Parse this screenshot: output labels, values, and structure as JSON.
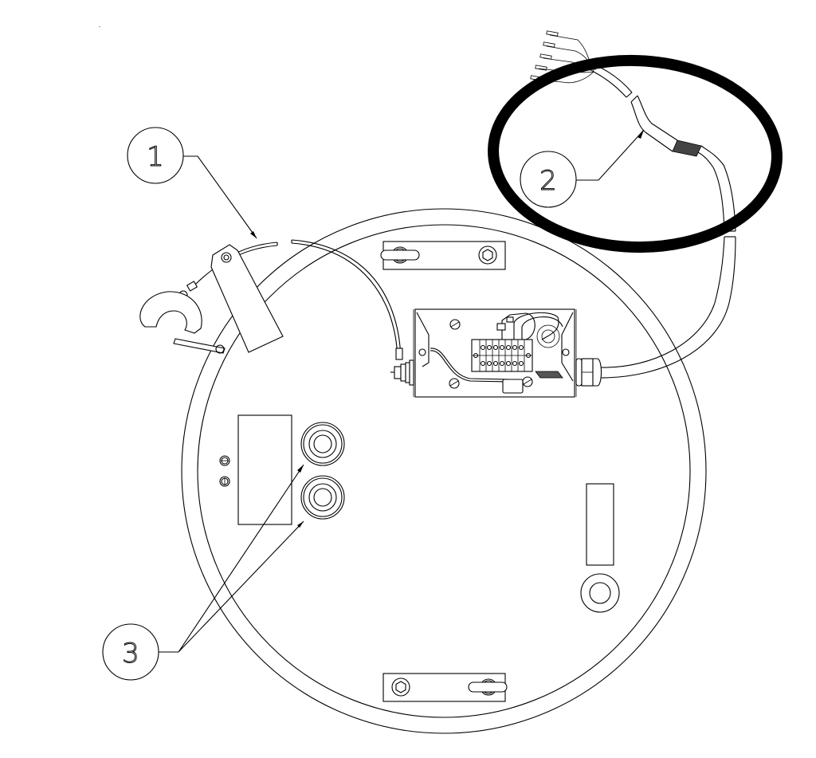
{
  "diagram": {
    "type": "technical-drawing",
    "subject": "circular base plate assembly (top view) with junction box, cable gland and wiring",
    "colors": {
      "line": "#000000",
      "background": "#ffffff",
      "highlight": "#000000"
    },
    "callouts": [
      {
        "id": 1,
        "label": "1",
        "target": "cable / tag near clamp (broken wire segment)"
      },
      {
        "id": 2,
        "label": "2",
        "target": "outgoing cable with shielding (highlighted by ellipse)"
      },
      {
        "id": 3,
        "label": "3",
        "target": "two round grommets / bushings"
      }
    ],
    "components": [
      "outer circular plate (double outline)",
      "top mounting bracket with slot and hex nut",
      "bottom mounting bracket with hex nut and slot",
      "junction box with 7-position terminal block",
      "cable gland on right side of junction box",
      "ground stud with washers on left of junction box",
      "tag plate with cable clamp and pin",
      "rectangular label plate with two screws",
      "two round grommets",
      "right rectangular slot and round hole",
      "cable with 5 ferrule-terminated wires"
    ],
    "highlight": {
      "shape": "ellipse",
      "encloses": "callout 2 cable section"
    }
  }
}
